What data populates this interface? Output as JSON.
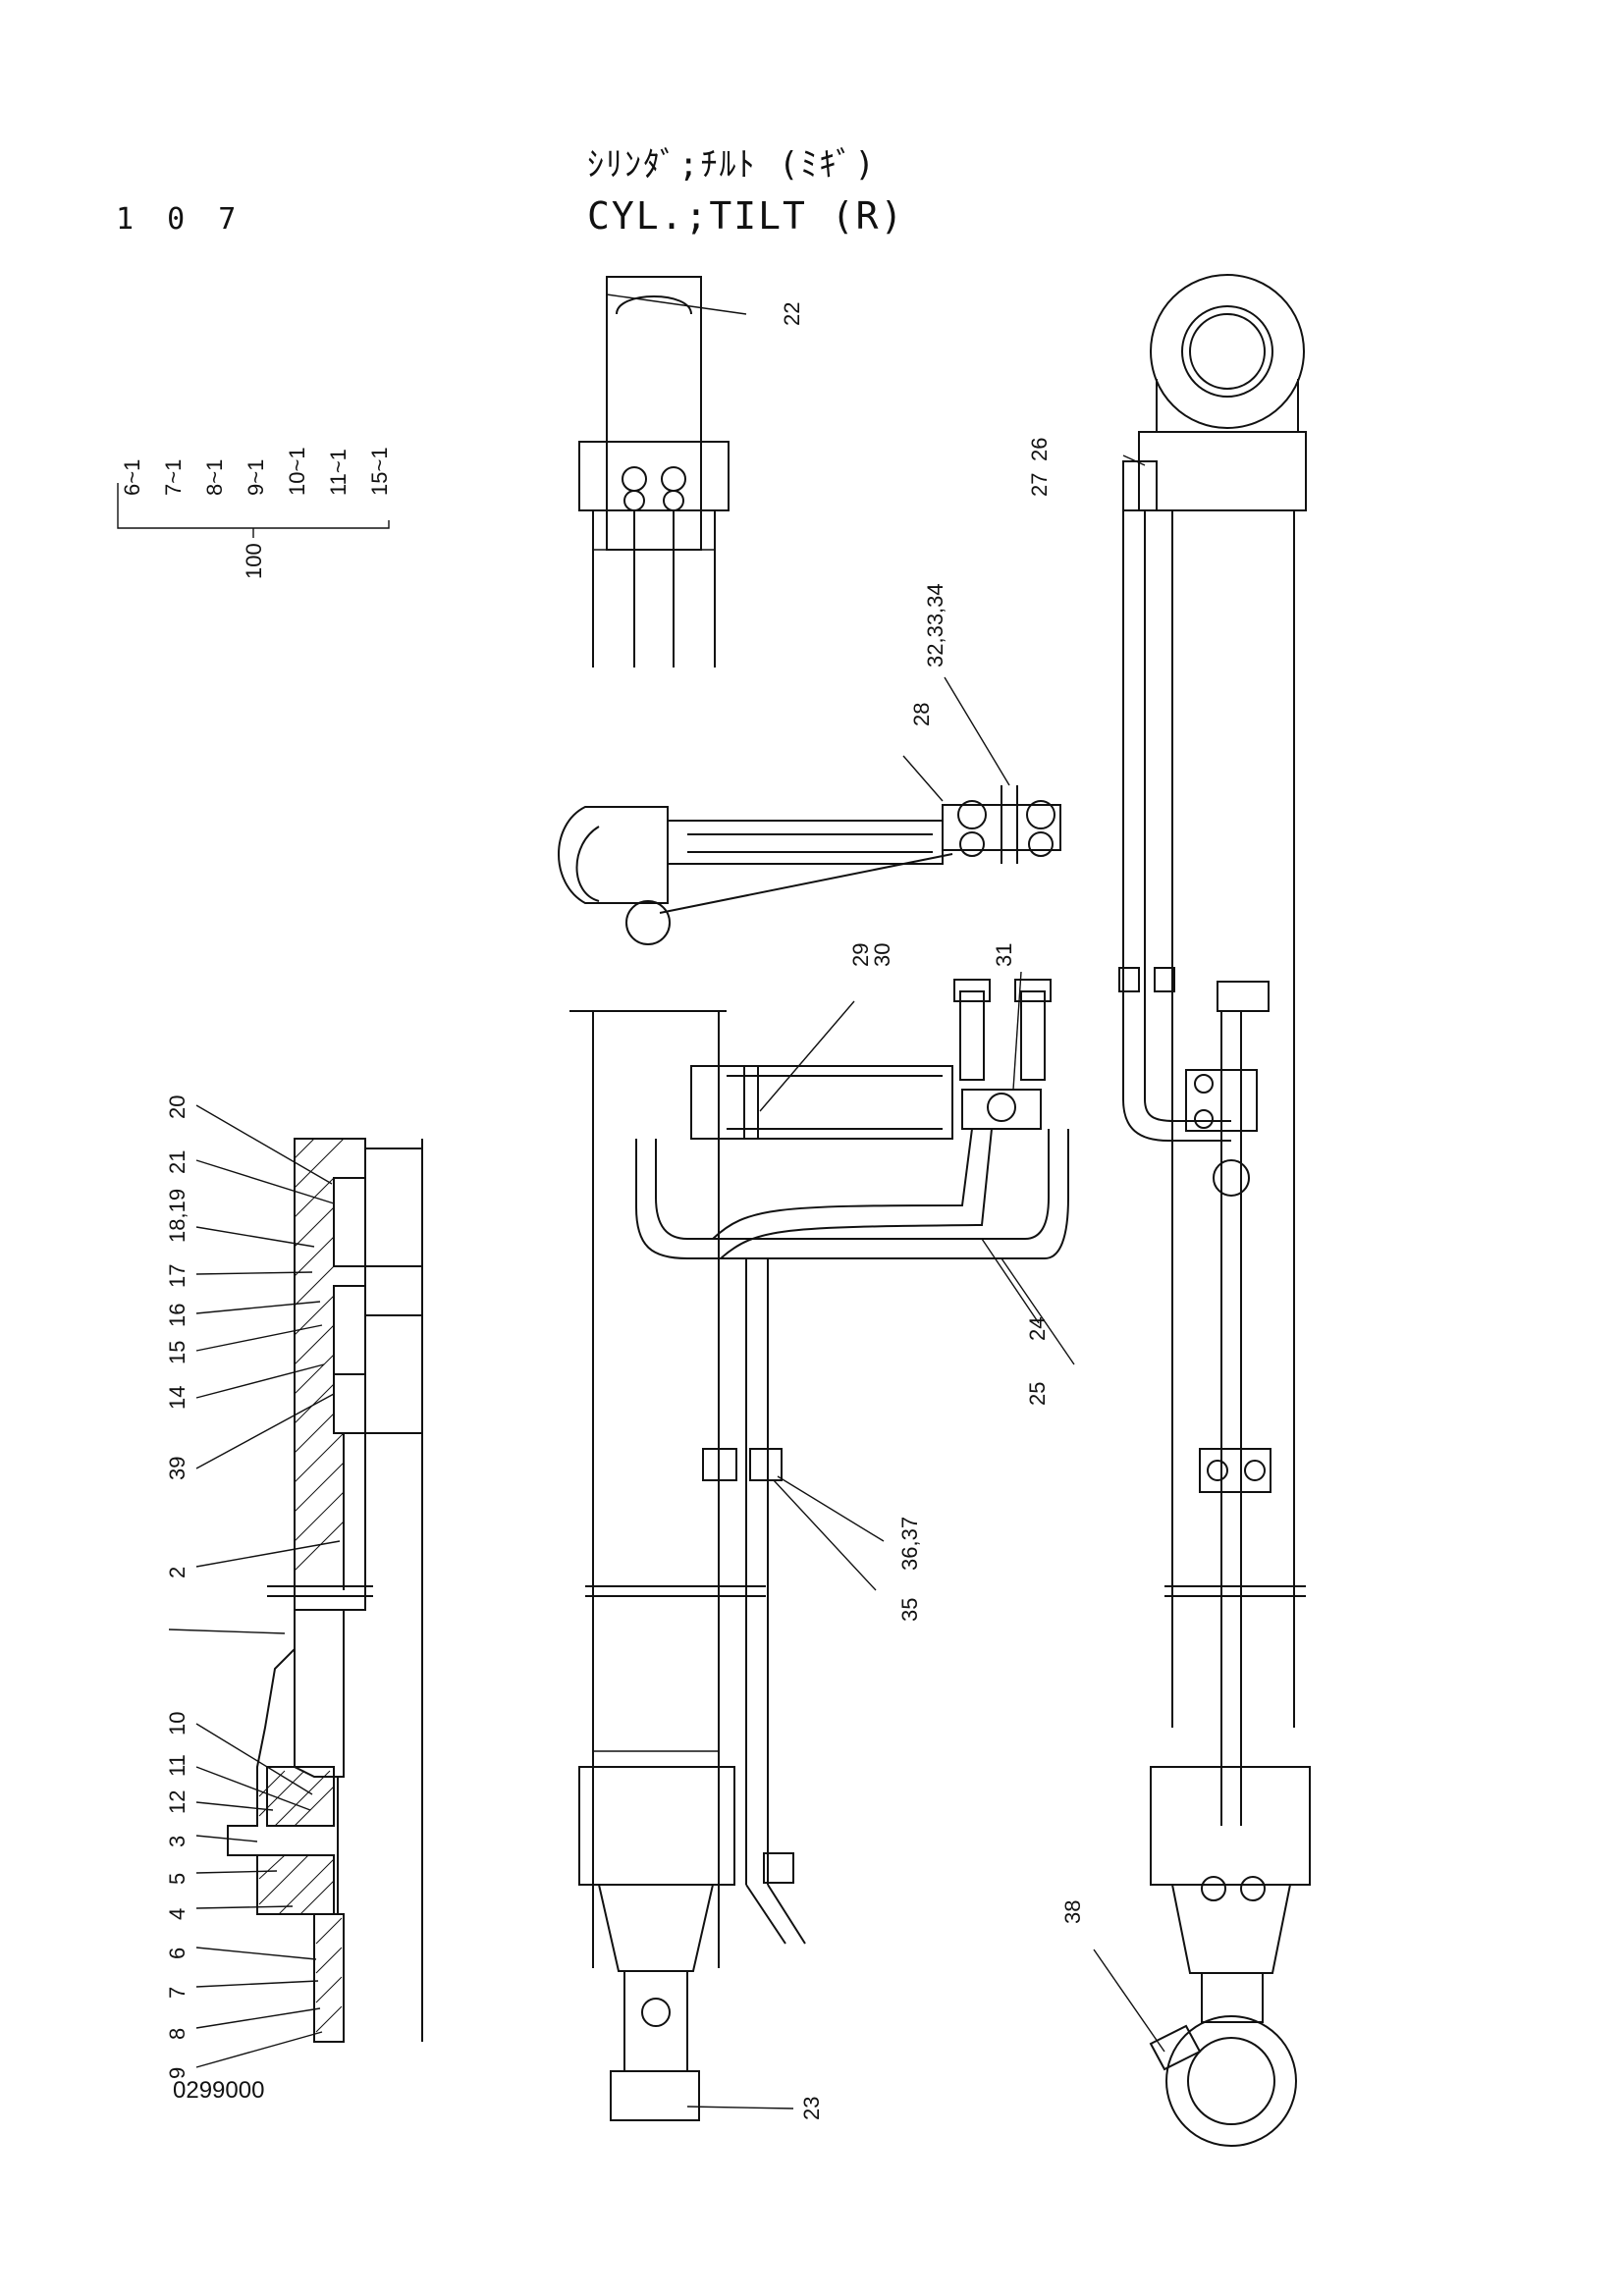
{
  "page_number": "1 0 7",
  "title_jp": "ｼﾘﾝﾀﾞ;ﾁﾙﾄ (ﾐｷﾞ)",
  "title_en": "CYL.;TILT (R)",
  "drawing_number": "0299000",
  "kit": {
    "group_label": "100",
    "items": [
      "6~1",
      "7~1",
      "8~1",
      "9~1",
      "10~1",
      "11~1",
      "15~1"
    ]
  },
  "callouts": {
    "left_section": [
      "20",
      "21",
      "18,19",
      "17",
      "16",
      "15",
      "14",
      "39",
      "2",
      "10",
      "11",
      "12",
      "3",
      "5",
      "4",
      "6",
      "7",
      "8",
      "9"
    ],
    "top_view": [
      "22"
    ],
    "mid_view": [
      "28",
      "32,33,34"
    ],
    "center_view": [
      "29",
      "30",
      "31",
      "24",
      "25",
      "36,37",
      "35",
      "23"
    ],
    "right_view": [
      "27",
      "26",
      "38"
    ]
  }
}
